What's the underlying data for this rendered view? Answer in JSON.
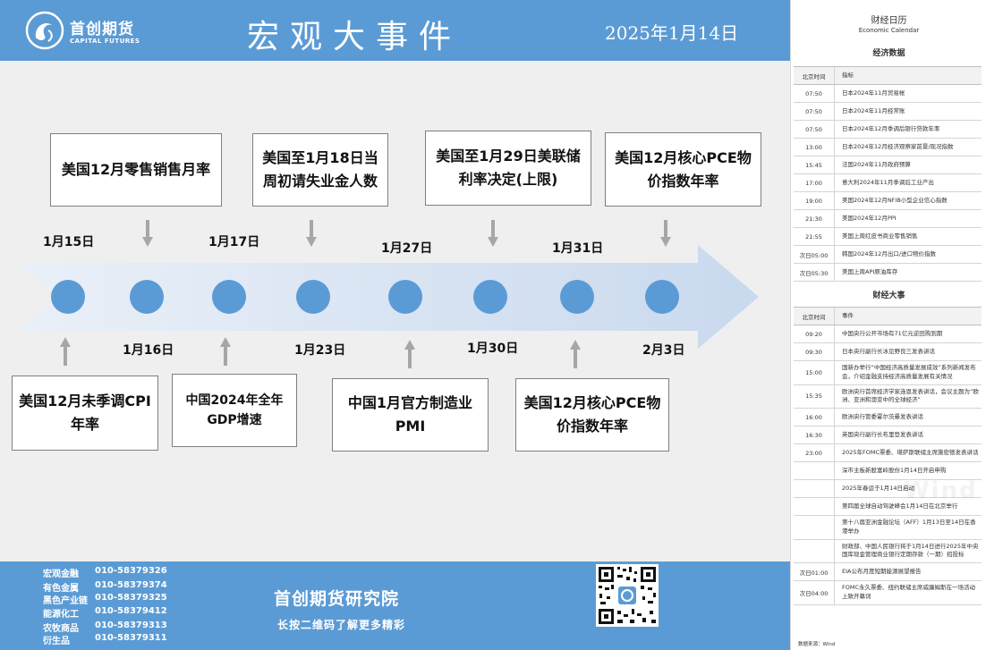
{
  "header": {
    "logo_cn": "首创期货",
    "logo_en": "CAPITAL FUTURES",
    "title": "宏观大事件",
    "date": "2025年1月14日"
  },
  "timeline": {
    "upper": [
      {
        "date": "1月15日",
        "event": "美国12月零售销售月率"
      },
      {
        "date": "1月17日",
        "event": "美国至1月18日当\n周初请失业金人数"
      },
      {
        "date": "1月27日",
        "event": "美国至1月29日美联储\n利率决定(上限)"
      },
      {
        "date": "1月31日",
        "event": "美国12月核心PCE物\n价指数年率"
      }
    ],
    "lower": [
      {
        "date": "1月16日",
        "event": "美国12月未季调CPI\n年率"
      },
      {
        "date": "1月23日",
        "event": "中国2024年全年\nGDP增速"
      },
      {
        "date": "1月30日",
        "event": "中国1月官方制造业\nPMI"
      },
      {
        "date": "2月3日",
        "event": "美国12月核心PCE物\n价指数年率"
      }
    ]
  },
  "footer": {
    "contacts": [
      {
        "dept": "宏观金融",
        "phone": "010-58379326"
      },
      {
        "dept": "有色金属",
        "phone": "010-58379374"
      },
      {
        "dept": "黑色产业链",
        "phone": "010-58379325"
      },
      {
        "dept": "能源化工",
        "phone": "010-58379412"
      },
      {
        "dept": "农牧商品",
        "phone": "010-58379313"
      },
      {
        "dept": "衍生品",
        "phone": "010-58379311"
      }
    ],
    "institute": "首创期货研究院",
    "slogan": "长按二维码了解更多精彩"
  },
  "calendar": {
    "title": "财经日历",
    "subtitle": "Economic Calendar",
    "econ_title": "经济数据",
    "econ_head": {
      "time": "北京时间",
      "item": "指标"
    },
    "econ_rows": [
      {
        "time": "07:50",
        "item": "日本2024年11月贸易帐"
      },
      {
        "time": "07:50",
        "item": "日本2024年11月经常账"
      },
      {
        "time": "07:50",
        "item": "日本2024年12月季调后银行贷款年率"
      },
      {
        "time": "13:00",
        "item": "日本2024年12月经济观察家前景/现况指数"
      },
      {
        "time": "15:45",
        "item": "法国2024年11月政府预算"
      },
      {
        "time": "17:00",
        "item": "意大利2024年11月季调后工业产出"
      },
      {
        "time": "19:00",
        "item": "美国2024年12月NFIB小型企业信心指数"
      },
      {
        "time": "21:30",
        "item": "美国2024年12月PPI"
      },
      {
        "time": "21:55",
        "item": "美国上周红皮书商业零售销售"
      },
      {
        "time": "次日05:00",
        "item": "韩国2024年12月出口/进口物价指数"
      },
      {
        "time": "次日05:30",
        "item": "美国上周API原油库存"
      }
    ],
    "events_title": "财经大事",
    "events_head": {
      "time": "北京时间",
      "item": "事件"
    },
    "events_rows": [
      {
        "time": "09:20",
        "item": "中国央行公开市场有71亿元逆回购到期"
      },
      {
        "time": "09:30",
        "item": "日本央行副行长冰见野良三发表讲话"
      },
      {
        "time": "15:00",
        "item": "国新办举行“中国经济高质量发展成效”系列新闻发布会，介绍金融支持经济高质量发展有关情况"
      },
      {
        "time": "15:35",
        "item": "欧洲央行首席经济学家连恩发表讲话，会议主题为“欧洲、亚洲和澳变中的全球经济”"
      },
      {
        "time": "16:00",
        "item": "欧洲央行管委霍尔茨曼发表讲话"
      },
      {
        "time": "16:30",
        "item": "英国央行副行长布里登发表讲话"
      },
      {
        "time": "23:00",
        "item": "2025年FOMC票委、堪萨斯联储主席施密德发表讲话"
      },
      {
        "time": "",
        "item": "深市主板新股富岭股份1月14日开启申购"
      },
      {
        "time": "",
        "item": "2025年春运于1月14日启动"
      },
      {
        "time": "",
        "item": "第四届全球自动驾驶峰会1月14日在北京举行"
      },
      {
        "time": "",
        "item": "第十八届亚洲金融论坛（AFF）1月13日至14日在香港举办"
      },
      {
        "time": "",
        "item": "财政部、中国人民银行将于1月14日进行2025年中央国库现金管理商业银行定期存款（一期）招投标"
      },
      {
        "time": "次日01:00",
        "item": "EIA公布月度短期能源展望报告"
      },
      {
        "time": "次日04:00",
        "item": "FOMC永久票委、纽约联储主席威廉姆斯在一场活动上致开幕词"
      }
    ],
    "source": "数据来源：Wind",
    "watermark": "Wind"
  }
}
